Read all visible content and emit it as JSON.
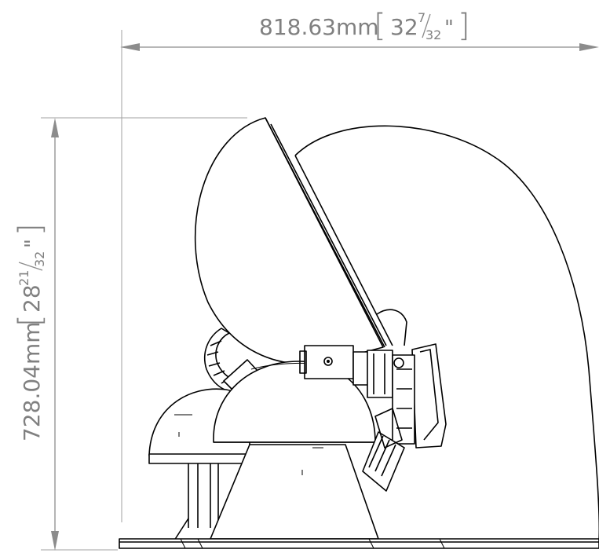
{
  "dimensions": {
    "width": {
      "metric": "818.63mm",
      "imperial_whole": "32",
      "imperial_num": "7",
      "imperial_den": "32",
      "unit": "\""
    },
    "height": {
      "metric": "728.04mm",
      "imperial_whole": "28",
      "imperial_num": "21",
      "imperial_den": "32",
      "unit": "\""
    }
  },
  "colors": {
    "dimension": "#8c8c8c",
    "line": "#000000",
    "background": "#ffffff"
  }
}
